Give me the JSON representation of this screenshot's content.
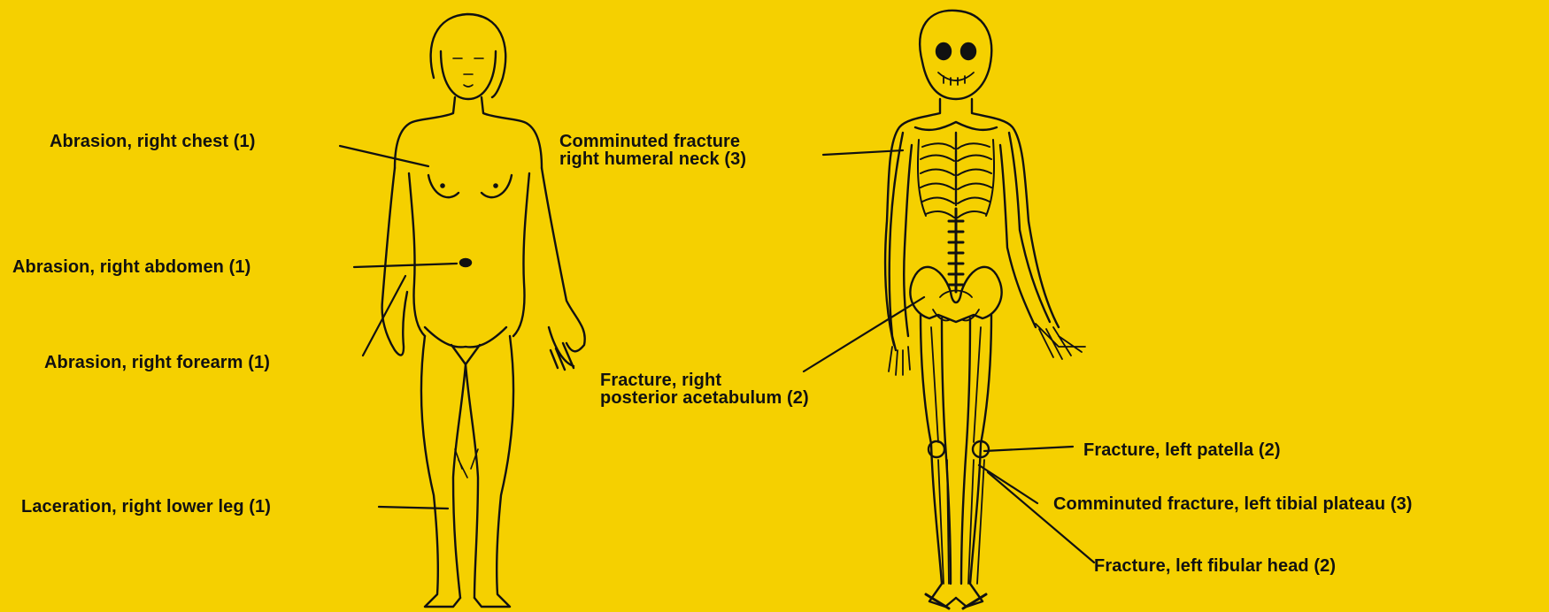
{
  "colors": {
    "background": "#f5d000",
    "ink": "#111111"
  },
  "figures": {
    "left": "body-outline-front",
    "right": "skeleton-front"
  },
  "labels": {
    "abrasion_chest": "Abrasion, right chest (1)",
    "abrasion_abdomen": "Abrasion, right abdomen (1)",
    "abrasion_forearm": "Abrasion, right forearm (1)",
    "laceration_leg": "Laceration, right lower leg (1)",
    "humeral_line1": "Comminuted fracture",
    "humeral_line2": "right humeral neck (3)",
    "acetabulum_line1": "Fracture, right",
    "acetabulum_line2": "posterior acetabulum (2)",
    "patella": "Fracture, left patella (2)",
    "tibial": "Comminuted fracture, left tibial plateau (3)",
    "fibular": "Fracture, left fibular head (2)"
  }
}
